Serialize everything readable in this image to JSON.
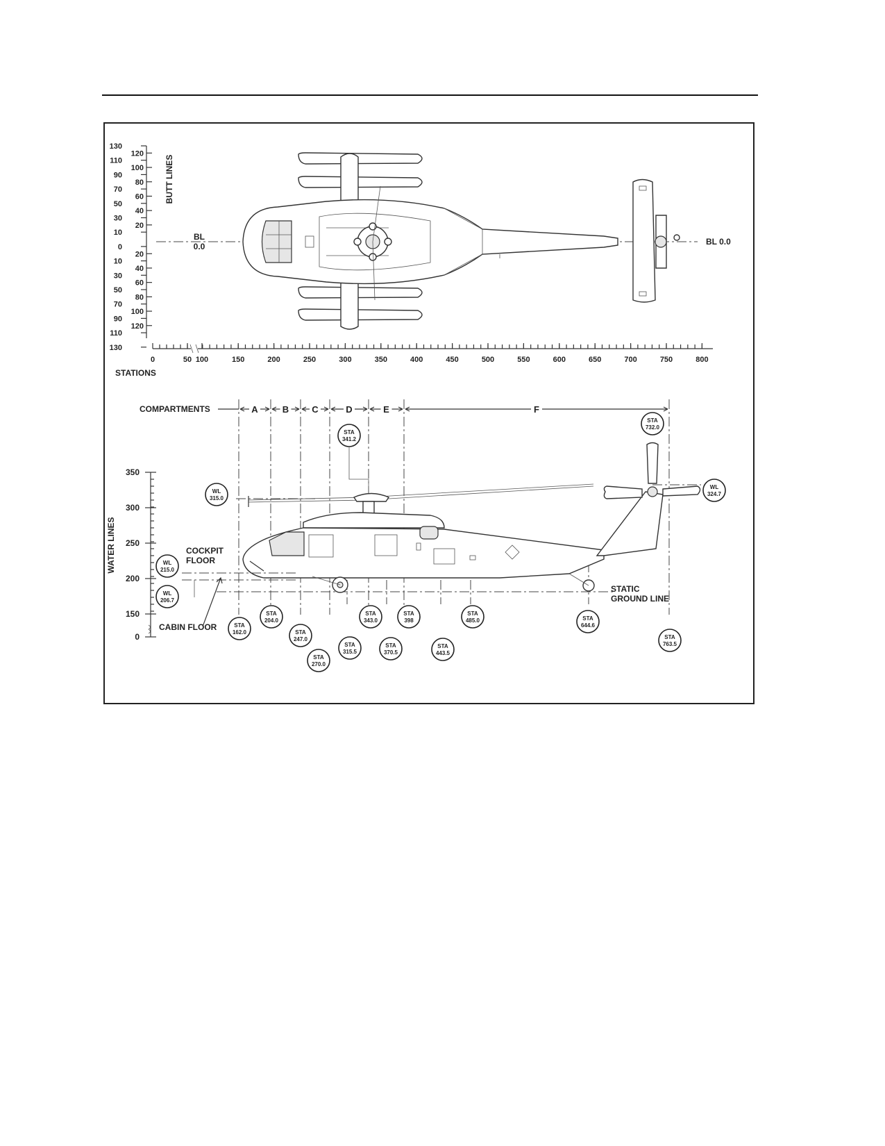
{
  "plan_view": {
    "butt_lines_label": "BUTT LINES",
    "scale_outer": [
      "130",
      "110",
      "90",
      "70",
      "50",
      "30",
      "10",
      "0",
      "10",
      "30",
      "50",
      "70",
      "90",
      "110",
      "130"
    ],
    "scale_inner": [
      "120",
      "100",
      "80",
      "60",
      "40",
      "20",
      "20",
      "40",
      "60",
      "80",
      "100",
      "120"
    ],
    "bl_left_line1": "BL",
    "bl_left_line2": "0.0",
    "bl_right": "BL 0.0"
  },
  "stations_axis": {
    "label": "STATIONS",
    "ticks": [
      "0",
      "50",
      "100",
      "150",
      "200",
      "250",
      "300",
      "350",
      "400",
      "450",
      "500",
      "550",
      "600",
      "650",
      "700",
      "750",
      "800"
    ]
  },
  "compartments": {
    "label": "COMPARTMENTS",
    "items": [
      "A",
      "B",
      "C",
      "D",
      "E",
      "F"
    ]
  },
  "side_view": {
    "water_lines_label": "WATER LINES",
    "wl_ticks": [
      "350",
      "300",
      "250",
      "200",
      "150",
      "0"
    ],
    "cockpit_floor_line1": "COCKPIT",
    "cockpit_floor_line2": "FLOOR",
    "cabin_floor": "CABIN FLOOR",
    "static_ground_line1": "STATIC",
    "static_ground_line2": "GROUND LINE"
  },
  "wl_bubbles": [
    {
      "top": "WL",
      "bottom": "315.0"
    },
    {
      "top": "WL",
      "bottom": "215.0"
    },
    {
      "top": "WL",
      "bottom": "206.7"
    },
    {
      "top": "WL",
      "bottom": "324.7"
    }
  ],
  "sta_bubbles": [
    {
      "top": "STA",
      "bottom": "341.2"
    },
    {
      "top": "STA",
      "bottom": "732.0"
    },
    {
      "top": "STA",
      "bottom": "162.0"
    },
    {
      "top": "STA",
      "bottom": "204.0"
    },
    {
      "top": "STA",
      "bottom": "247.0"
    },
    {
      "top": "STA",
      "bottom": "270.0"
    },
    {
      "top": "STA",
      "bottom": "315.5"
    },
    {
      "top": "STA",
      "bottom": "343.0"
    },
    {
      "top": "STA",
      "bottom": "370.5"
    },
    {
      "top": "STA",
      "bottom": "398"
    },
    {
      "top": "STA",
      "bottom": "443.5"
    },
    {
      "top": "STA",
      "bottom": "485.0"
    },
    {
      "top": "STA",
      "bottom": "644.6"
    },
    {
      "top": "STA",
      "bottom": "763.5"
    }
  ]
}
